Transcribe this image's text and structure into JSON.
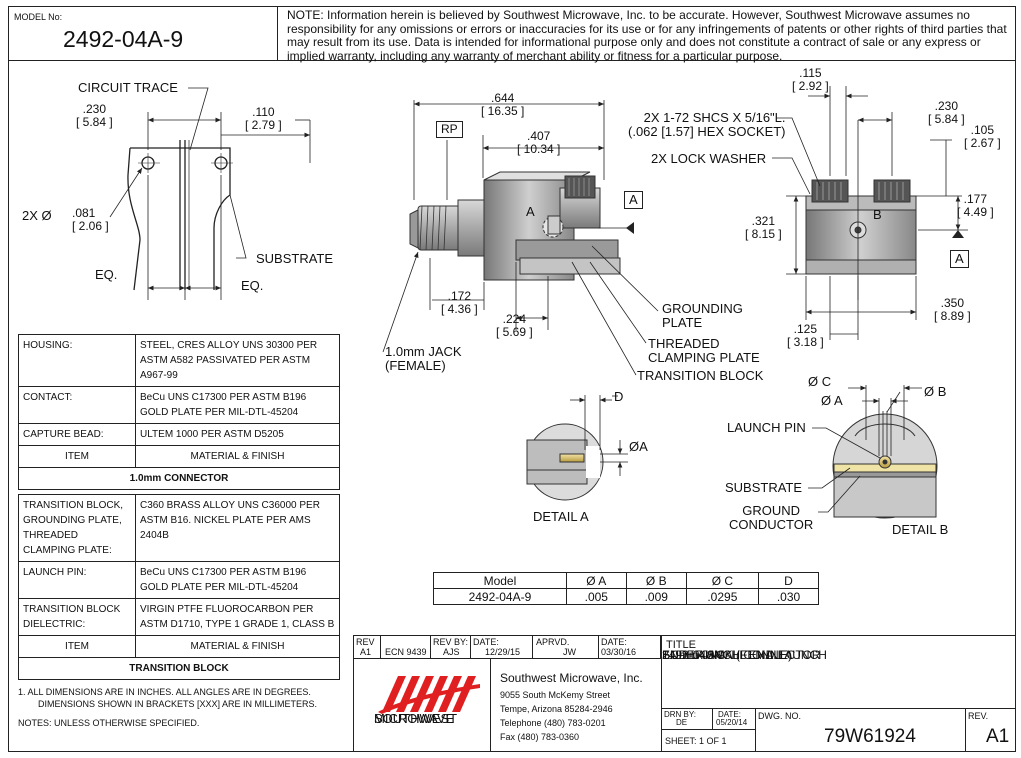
{
  "header": {
    "model_label": "MODEL No:",
    "model_number": "2492-04A-9",
    "note": "NOTE: Information herein is believed by Southwest Microwave, Inc. to be accurate. However, Southwest Microwave assumes no responsibility for any omissions or errors or inaccuracies for its use or for any infringements of patents or other rights of third parties that may result from its use. Data is intended for informational purpose only and does not constitute a contract of sale or any express or implied warranty, including any warranty of merchant ability or fitness for a particular purpose."
  },
  "left_view": {
    "circuit_trace": "CIRCUIT TRACE",
    "dim_230_in": ".230",
    "dim_230_mm": "[ 5.84 ]",
    "dim_110_in": ".110",
    "dim_110_mm": "[ 2.79 ]",
    "hole_prefix": "2X Ø",
    "dim_081_in": ".081",
    "dim_081_mm": "[ 2.06 ]",
    "substrate": "SUBSTRATE",
    "eq1": "EQ.",
    "eq2": "EQ."
  },
  "center_view": {
    "dim_644_in": ".644",
    "dim_644_mm": "[ 16.35 ]",
    "rp": "RP",
    "dim_407_in": ".407",
    "dim_407_mm": "[ 10.34 ]",
    "label_a": "A",
    "datum_a": "A",
    "dim_172_in": ".172",
    "dim_172_mm": "[ 4.36 ]",
    "dim_224_in": ".224",
    "dim_224_mm": "[ 5.69 ]",
    "jack_line1": "1.0mm JACK",
    "jack_line2": "(FEMALE)",
    "grounding_plate_1": "GROUNDING",
    "grounding_plate_2": "PLATE",
    "threaded_1": "THREADED",
    "threaded_2": "CLAMPING PLATE",
    "transition_block": "TRANSITION BLOCK"
  },
  "right_view": {
    "dim_115_in": ".115",
    "dim_115_mm": "[ 2.92 ]",
    "screws_1": "2X 1-72 SHCS X 5/16\"L.",
    "screws_2": "(.062 [1.57] HEX SOCKET)",
    "lock_washer": "2X LOCK WASHER",
    "dim_230_in": ".230",
    "dim_230_mm": "[ 5.84 ]",
    "dim_105_in": ".105",
    "dim_105_mm": "[ 2.67 ]",
    "dim_321_in": ".321",
    "dim_321_mm": "[ 8.15 ]",
    "label_b": "B",
    "dim_177_in": ".177",
    "dim_177_mm": "[ 4.49 ]",
    "datum_a": "A",
    "dim_350_in": ".350",
    "dim_350_mm": "[ 8.89 ]",
    "dim_125_in": ".125",
    "dim_125_mm": "[ 3.18 ]"
  },
  "detail_a": {
    "d": "D",
    "phi_a": "ØA",
    "title": "DETAIL A"
  },
  "detail_b": {
    "phi_c": "Ø C",
    "phi_a": "Ø A",
    "phi_b": "Ø B",
    "launch_pin": "LAUNCH PIN",
    "substrate": "SUBSTRATE",
    "ground_1": "GROUND",
    "ground_2": "CONDUCTOR",
    "title": "DETAIL B"
  },
  "materials_connector": {
    "rows": [
      {
        "item": "HOUSING:",
        "material": "STEEL, CRES ALLOY UNS 30300 PER ASTM A582 PASSIVATED PER ASTM A967-99"
      },
      {
        "item": "CONTACT:",
        "material": "BeCu UNS C17300 PER ASTM B196 GOLD PLATE PER MIL-DTL-45204"
      },
      {
        "item": "CAPTURE BEAD:",
        "material": "ULTEM 1000 PER ASTM D5205"
      }
    ],
    "header_item": "ITEM",
    "header_material": "MATERIAL & FINISH",
    "caption": "1.0mm CONNECTOR"
  },
  "materials_block": {
    "rows": [
      {
        "item": "TRANSITION BLOCK, GROUNDING PLATE, THREADED CLAMPING PLATE:",
        "material": "C360 BRASS ALLOY UNS C36000 PER ASTM B16. NICKEL PLATE PER AMS 2404B"
      },
      {
        "item": "LAUNCH PIN:",
        "material": "BeCu UNS C17300 PER ASTM B196 GOLD PLATE PER MIL-DTL-45204"
      },
      {
        "item": "TRANSITION BLOCK DIELECTRIC:",
        "material": "VIRGIN PTFE FLUOROCARBON PER ASTM D1710, TYPE 1 GRADE 1, CLASS B"
      }
    ],
    "header_item": "ITEM",
    "header_material": "MATERIAL & FINISH",
    "caption": "TRANSITION BLOCK"
  },
  "model_table": {
    "headers": [
      "Model",
      "Ø A",
      "Ø B",
      "Ø C",
      "D"
    ],
    "row": [
      "2492-04A-9",
      ".005",
      ".009",
      ".0295",
      ".030"
    ]
  },
  "notes": {
    "note1_line1": "1.  ALL DIMENSIONS ARE IN INCHES.  ALL ANGLES ARE IN DEGREES.",
    "note1_line2": "DIMENSIONS SHOWN IN BRACKETS [XXX] ARE IN MILLIMETERS.",
    "note2": "NOTES: UNLESS OTHERWISE SPECIFIED."
  },
  "title_block": {
    "rev_label": "REV",
    "rev_value": "A1",
    "ecn": "ECN 9439",
    "rev_by_label": "REV BY:",
    "rev_by": "AJS",
    "date_label": "DATE:",
    "date_value": "12/29/15",
    "apprvd_label": "APRVD.",
    "apprvd": "JW",
    "date2_label": "DATE:",
    "date2_value": "03/30/16",
    "logo_line1": "SOUTHWEST",
    "logo_line2": "MICROWAVE",
    "company": "Southwest Microwave, Inc.",
    "address1": "9055 South McKemy Street",
    "address2": "Tempe, Arizona 85284-2946",
    "phone": "Telephone (480) 783-0201",
    "fax": "Fax (480) 783-0360",
    "title_label": "TITLE",
    "title_lines": [
      "2492-04A-9",
      "1.0mm JACK (FEMALE)",
      "END LAUNCH CONNECTOR",
      "SUPER SMALL END LAUNCH"
    ],
    "drn_by_label": "DRN BY:",
    "drn_by": "DE",
    "drn_date_label": "DATE:",
    "drn_date": "05/20/14",
    "dwg_label": "DWG. NO.",
    "dwg_no": "79W61924",
    "rev2_label": "REV.",
    "rev2_value": "A1",
    "sheet": "SHEET: 1 OF 1"
  },
  "colors": {
    "logo_red": "#e02020",
    "line": "#222222"
  }
}
